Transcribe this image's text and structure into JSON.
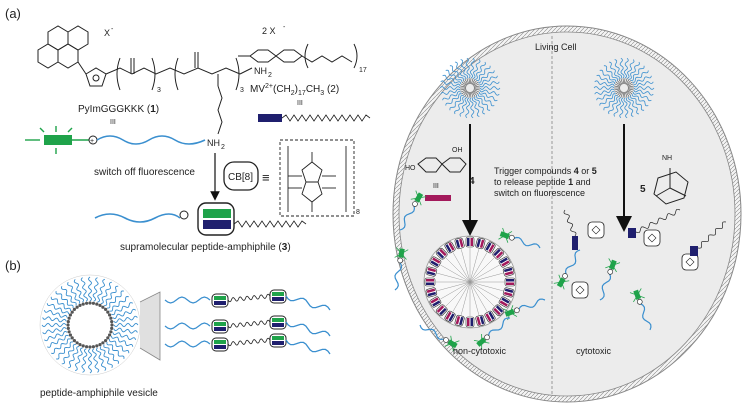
{
  "panel_a_label": "(a)",
  "panel_b_label": "(b)",
  "counterion_1": "X",
  "counterion_1_sup": "-",
  "counterion_2": "2 X",
  "counterion_2_sup": "-",
  "compound_1_name": "PyImGGGKKK (",
  "compound_1_number": "1",
  "compound_1_close": ")",
  "compound_2_name": "MV",
  "compound_2_sup": "2+",
  "compound_2_rest": "(CH",
  "compound_2_sub": "2",
  "compound_2_rest2": ")",
  "compound_2_sub2": "17",
  "compound_2_rest3": "CH",
  "compound_2_sub3": "3",
  "compound_2_number": "(2)",
  "equiv_mark": "III",
  "chain_17": "17",
  "chain_3": "3",
  "chain_3b": "3",
  "nh2_a": "NH",
  "nh2_b": "NH",
  "nh2_sub": "2",
  "switch_off_text": "switch off fluorescence",
  "cb8_label": "CB[8]",
  "cb8_equiv": "≡",
  "cb8_subscript": "8",
  "supramolecular_text": "supramolecular peptide-amphiphile (",
  "supramolecular_number": "3",
  "supramolecular_close": ")",
  "vesicle_text": "peptide-amphiphile vesicle",
  "living_cell": "Living Cell",
  "compound_4_number": "4",
  "compound_5_number": "5",
  "oh": "OH",
  "ho": "HO",
  "nh2_5": "NH",
  "trigger_line1": "Trigger compounds ",
  "trigger_4": "4",
  "trigger_or": " or ",
  "trigger_5": "5",
  "trigger_line2": "to release peptide ",
  "trigger_1": "1",
  "trigger_line2b": " and",
  "trigger_line3": "switch on fluorescence",
  "non_cytotoxic": "non-cytotoxic",
  "cytotoxic": "cytotoxic",
  "colors": {
    "peptide_blue": "#3a8fcf",
    "fluor_green": "#1fa34a",
    "viologen_navy": "#1f1f6e",
    "naphthol_magenta": "#a3195b",
    "cell_fill": "#ececec",
    "line": "#333333"
  },
  "icons": {
    "micelle": "micelle-icon",
    "cb8": "cucurbituril-ring-icon",
    "fluor": "fluorophore-icon"
  }
}
